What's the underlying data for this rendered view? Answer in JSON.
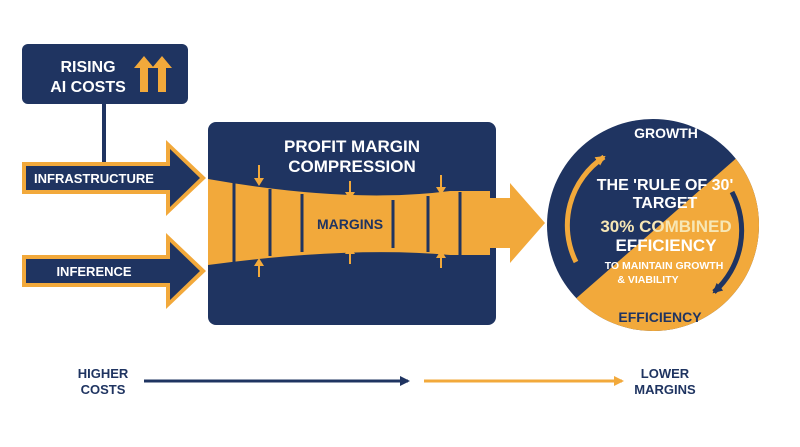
{
  "rising_box": {
    "line1": "RISING",
    "line2": "AI COSTS"
  },
  "inputs": [
    {
      "label": "INFRASTRUCTURE"
    },
    {
      "label": "INFERENCE"
    }
  ],
  "compression_box": {
    "title_line1": "PROFIT MARGIN",
    "title_line2": "COMPRESSION",
    "funnel_label": "MARGINS"
  },
  "rule_circle": {
    "top_label": "GROWTH",
    "bottom_label": "EFFICIENCY",
    "title_line1": "THE 'RULE OF 30'",
    "title_line2": "TARGET",
    "highlight_line1": "30% COMBINED",
    "highlight_line2": "EFFICIENCY",
    "note_line1": "TO MAINTAIN GROWTH",
    "note_line2": "& VIABILITY"
  },
  "timeline": {
    "start_line1": "HIGHER",
    "start_line2": "COSTS",
    "end_line1": "LOWER",
    "end_line2": "MARGINS"
  },
  "colors": {
    "navy": "#1f3461",
    "orange": "#f2a93b",
    "white": "#ffffff"
  }
}
